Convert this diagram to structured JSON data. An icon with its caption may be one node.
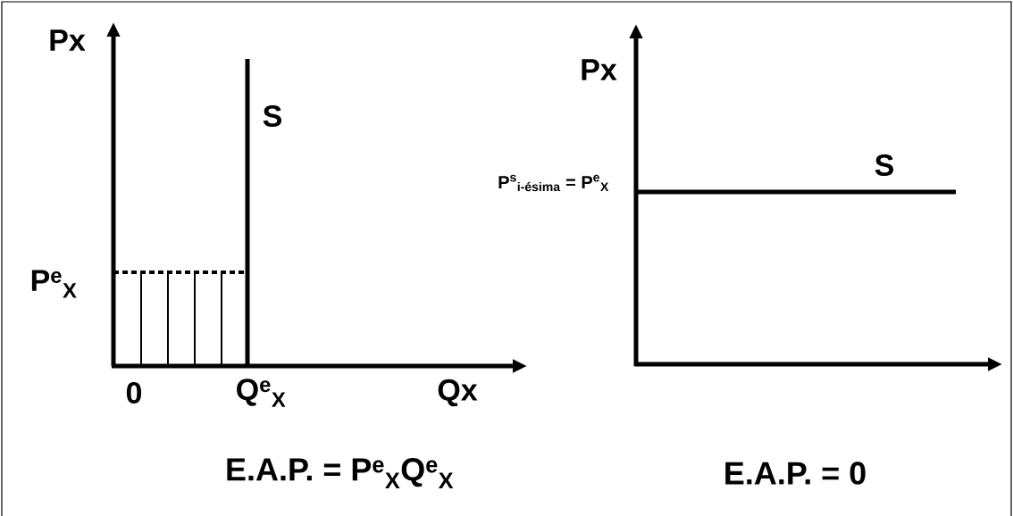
{
  "diagram": {
    "labels": [
      "Px",
      "S",
      "P$^{e}$$_{X}$",
      "0",
      "Q$^{e}$$_{X}$",
      "Qx",
      "E.A.P. = P$^{e}$$_{X}$Q$^{e}$$_{X}$",
      "Px",
      "P$^{s}$$_{i-ésima}$ = P$^{e}$$_{X}$",
      "S",
      "E.A.P. = 0"
    ]
  }
}
